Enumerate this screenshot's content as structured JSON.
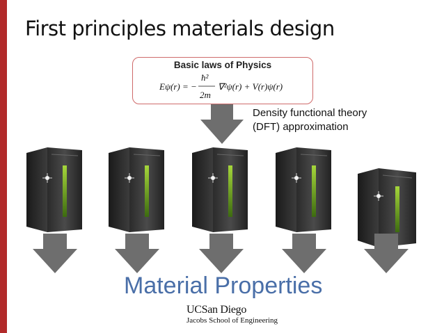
{
  "slide": {
    "title": "First principles materials design",
    "accent_color": "#b22a2a",
    "laws_box": {
      "heading": "Basic laws of Physics",
      "equation": "Eψ(r) = −(ħ²/2m) ∇²ψ(r) + V(r)ψ(r)",
      "eq_lhs": "Eψ(r) = −",
      "eq_numerator": "ħ²",
      "eq_denominator": "2m",
      "eq_rhs": "∇²ψ(r) + V(r)ψ(r)"
    },
    "dft_label_line1": "Density functional theory",
    "dft_label_line2": "(DFT) approximation",
    "servers": [
      {
        "name": "server-1"
      },
      {
        "name": "server-2"
      },
      {
        "name": "server-3"
      },
      {
        "name": "server-4"
      },
      {
        "name": "server-5"
      }
    ],
    "arrow_color": "#6e6e6e",
    "result_label": "Material Properties",
    "result_color": "#4a6fa8",
    "logo": {
      "line1": "UCSan Diego",
      "line2": "Jacobs School of Engineering"
    }
  }
}
